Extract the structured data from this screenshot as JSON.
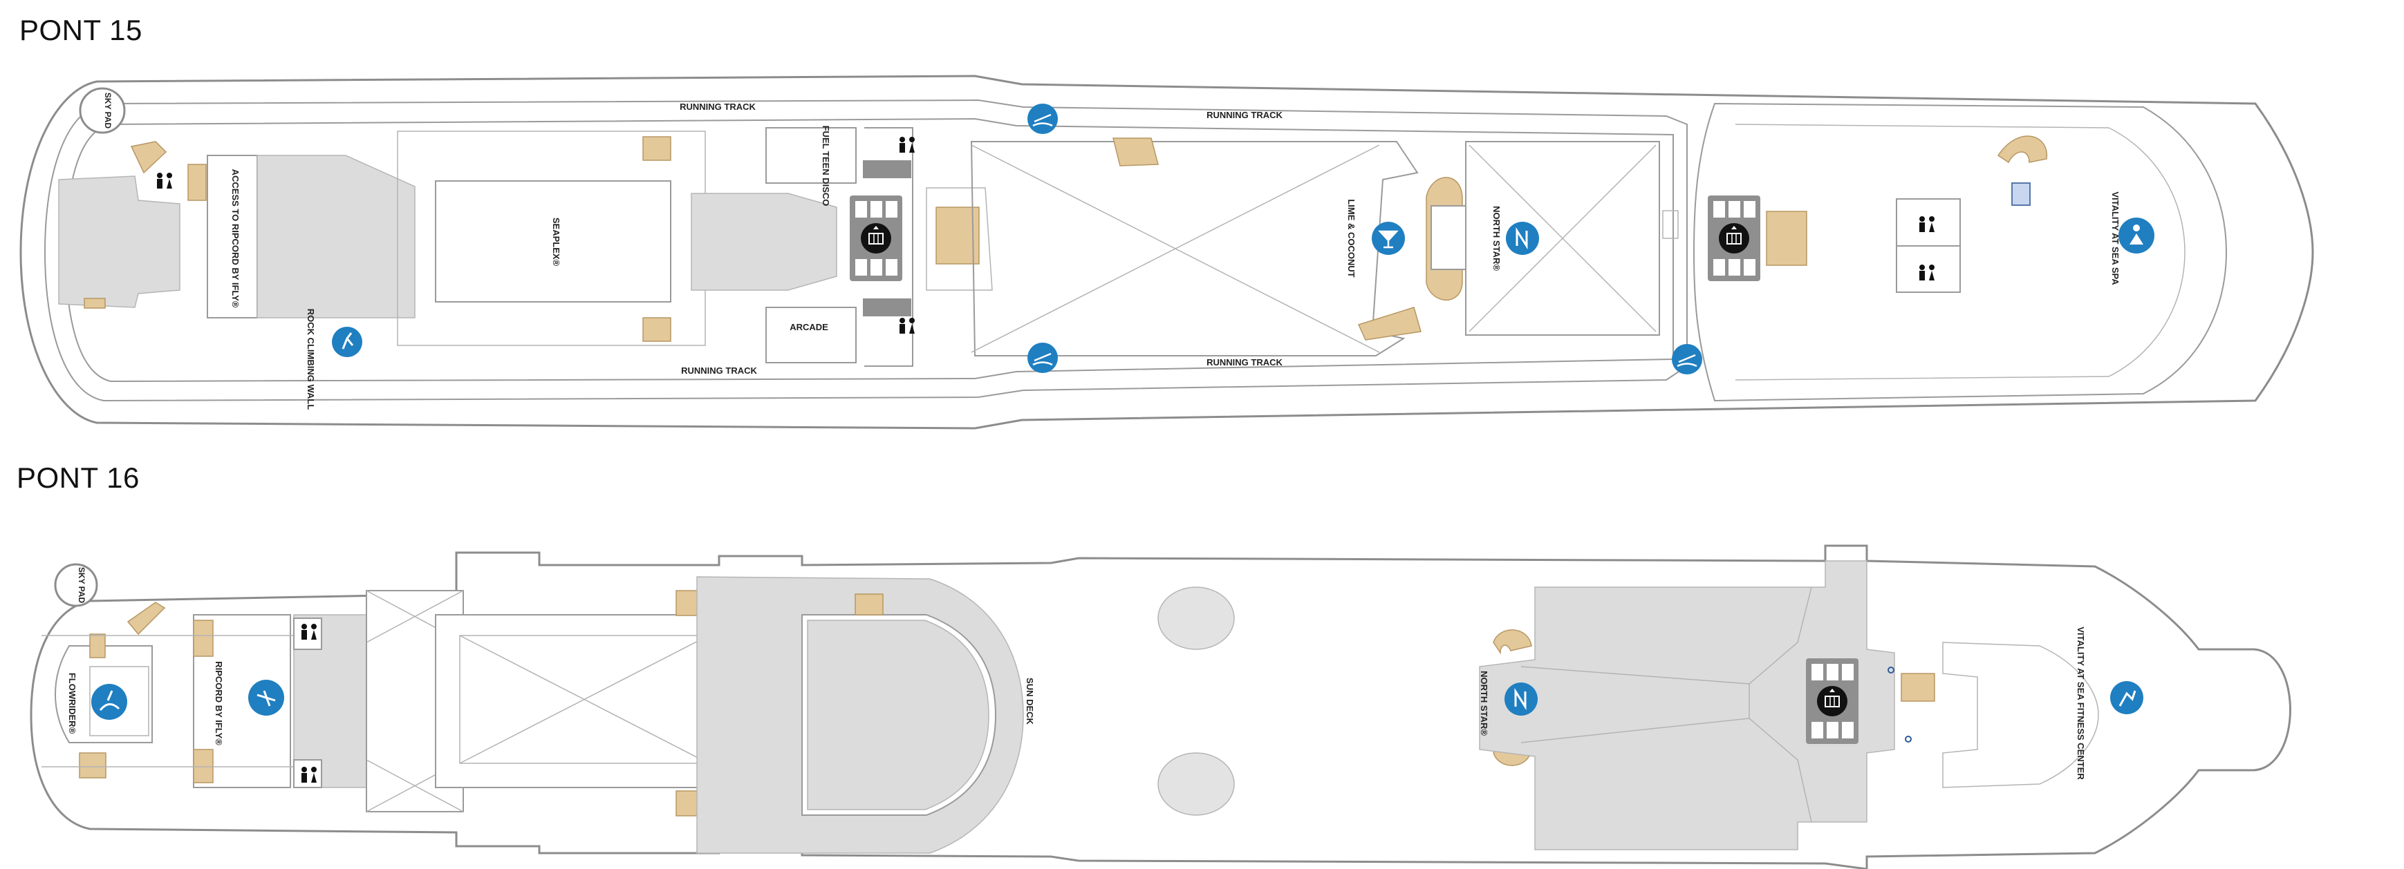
{
  "decks": [
    {
      "title": "PONT 15",
      "labels": {
        "sky_pad": "SKY PAD",
        "running_track": "RUNNING TRACK",
        "ripcord": "ACCESS TO RIPCORD BY IFLY®",
        "rock_wall": "ROCK CLIMBING WALL",
        "seaplex": "SEAPLEX®",
        "fuel": "FUEL TEEN DISCO",
        "arcade": "ARCADE",
        "lime": "LIME & COCONUT",
        "north_star": "NORTH STAR®",
        "spa": "VITALITY AT SEA SPA"
      }
    },
    {
      "title": "PONT 16",
      "labels": {
        "sky_pad": "SKY PAD",
        "flowrider": "FLOWRIDER®",
        "ripcord": "RIPCORD BY IFLY®",
        "sun_deck": "SUN DECK",
        "north_star": "NORTH STAR®",
        "fitness": "VITALITY AT SEA FITNESS CENTER"
      }
    }
  ],
  "icons": {
    "activity": "swimmer-icon",
    "climbing": "climber-icon",
    "bar": "cocktail-icon",
    "north_star": "north-star-icon",
    "elevator": "elevator-icon",
    "restroom": "restroom-icon",
    "spa": "spa-icon",
    "fitness": "fitness-icon",
    "flowrider": "surfer-icon",
    "skydiver": "skydiver-icon"
  },
  "colors": {
    "icon_blue": "#1f7fc1",
    "stair_tan": "#e3c89a",
    "floor_grey": "#dcdcdc",
    "hull_line": "#8c8c8c"
  }
}
